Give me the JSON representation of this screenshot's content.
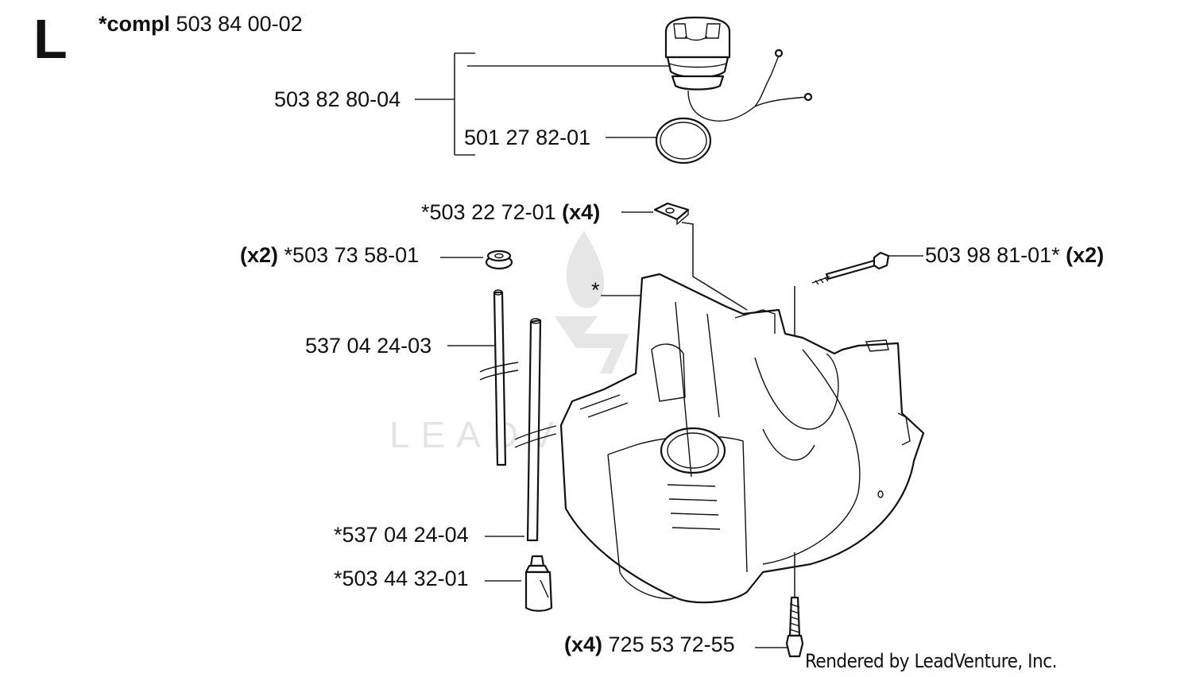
{
  "section": {
    "letter": "L",
    "compl_prefix": "*compl",
    "compl_number": "503 84 00-02"
  },
  "watermark": {
    "text": "LEADVENTURE"
  },
  "callouts": {
    "fuel_cap": {
      "number": "503 82 80-04"
    },
    "o_ring": {
      "number": "501 27 82-01"
    },
    "clip": {
      "prefix": "*",
      "number": "503 22 72-01",
      "qty": "(x4)"
    },
    "grommet": {
      "qty": "(x2)",
      "prefix": "*",
      "number": "503 73 58-01"
    },
    "bolt": {
      "number": "503 98 81-01*",
      "qty": "(x2)"
    },
    "tank_star": {
      "mark": "*"
    },
    "hose_a": {
      "number": "537 04 24-03"
    },
    "hose_b": {
      "prefix": "*",
      "number": "537 04 24-04"
    },
    "filter": {
      "prefix": "*",
      "number": "503 44 32-01"
    },
    "screw": {
      "qty": "(x4)",
      "number": "725 53 72-55"
    }
  },
  "footer": {
    "credit": "Rendered by LeadVenture, Inc."
  }
}
